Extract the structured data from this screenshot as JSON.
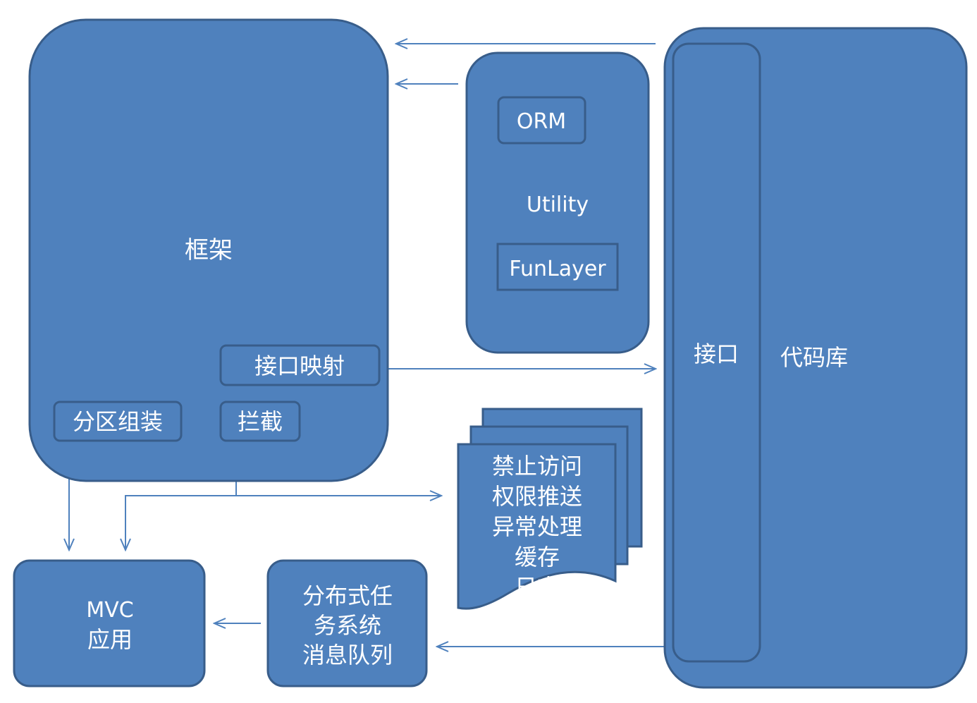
{
  "colors": {
    "fill": "#4f81bd",
    "stroke": "#385d8a",
    "arrow": "#4f81bd",
    "text": "#ffffff",
    "background": "#ffffff"
  },
  "framework": {
    "label": "框架",
    "interface_mapping": "接口映射",
    "partition_assembly": "分区组装",
    "interception": "拦截"
  },
  "utility": {
    "label": "Utility",
    "orm": "ORM",
    "funlayer": "FunLayer"
  },
  "codebase": {
    "label": "代码库",
    "interface": "接口"
  },
  "documents": {
    "lines": [
      "禁止访问",
      "权限推送",
      "异常处理",
      "缓存",
      "日志"
    ]
  },
  "mvc": {
    "lines": [
      "MVC",
      "应用"
    ]
  },
  "distributed": {
    "lines": [
      "分布式任",
      "务系统",
      "消息队列"
    ]
  }
}
